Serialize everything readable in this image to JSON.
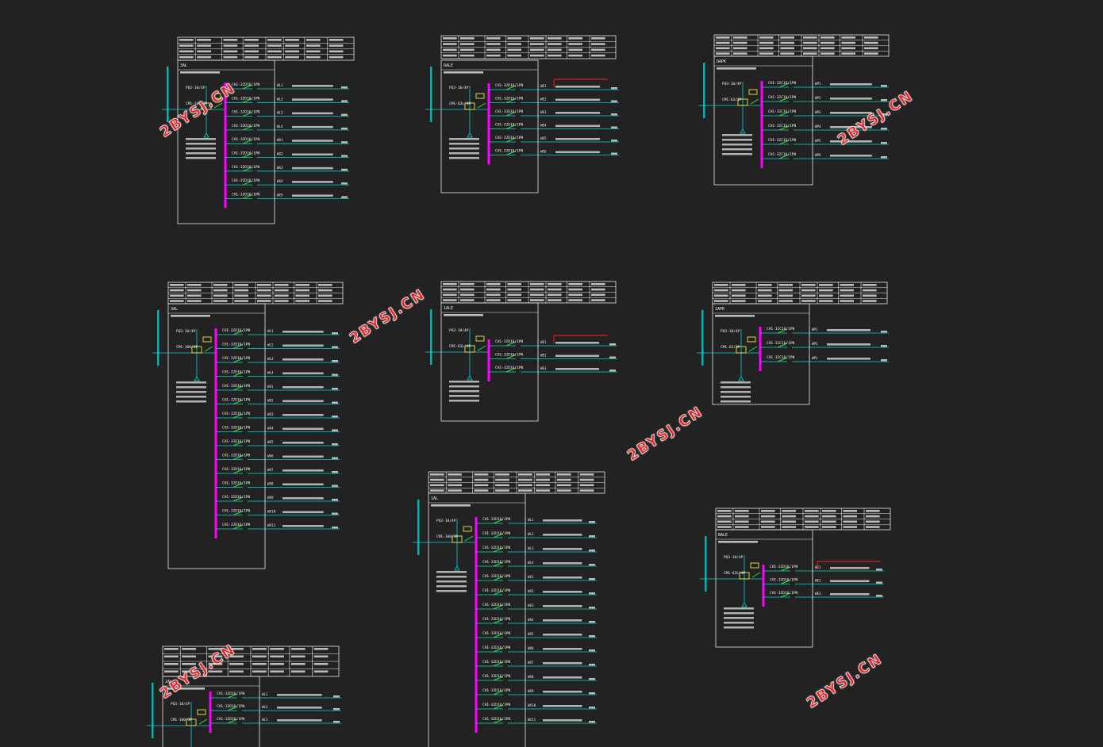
{
  "watermark_text": "2BYSJ.CN",
  "colors": {
    "background": "#222222",
    "frame": "#e6e6e6",
    "busbar": "#ff00ff",
    "feeder": "#00d7d7",
    "breaker": "#33dd33",
    "device": "#f0e64a",
    "emergency": "#ff2020",
    "label": "#f0f0f0"
  },
  "panels": [
    {
      "id": "p1",
      "panel_name": "3AL",
      "breaker": "CM1-100/3P",
      "spd": "PQ3-10/4P",
      "feeders": [
        "CH1-32D16/1PN",
        "CH1-32D16/1PN",
        "CH1-32D16/1PN",
        "CH1-32D16/1PN",
        "CH1-32D16/1PN",
        "CH1-32D16/1PN",
        "CH1-32D16/1PN",
        "CH1-32D16/1PN",
        "CH1-32D16/1PN"
      ],
      "circuits": [
        "WL1",
        "WL2",
        "WL3",
        "WL4",
        "WX1",
        "WX2",
        "WX3",
        "WX4",
        "WX5"
      ]
    },
    {
      "id": "p2",
      "panel_name": "DALE",
      "breaker": "CM1-63L/4P",
      "spd": "PQ3-10/4P",
      "feeders": [
        "CH1-32D16/1PN",
        "CH1-32D16/1PN",
        "CH1-32D16/1PN",
        "CH1-32D16/1PN",
        "CH1-32D16/1PN",
        "CH1-32D16/1PN"
      ],
      "circuits": [
        "WE1",
        "WE2",
        "WE3",
        "WE4",
        "WE5",
        "WE6"
      ]
    },
    {
      "id": "p3",
      "panel_name": "DAPK",
      "breaker": "CM1-63/3P",
      "spd": "PQ3-10/4P",
      "feeders": [
        "CH1-32C16/1PN",
        "CH1-32C16/1PN",
        "CH1-32C16/1PN",
        "CH1-32C16/1PN",
        "CH1-32C16/1PN",
        "CH1-32C16/1PN"
      ],
      "circuits": [
        "WP1",
        "WP2",
        "WP3",
        "WP4",
        "WP5",
        "WP6"
      ]
    },
    {
      "id": "p4",
      "panel_name": "3AL",
      "breaker": "CM1-100/3P",
      "spd": "PQ3-10/4P",
      "feeders": [
        "CH1-32D16/1PN",
        "CH1-32D16/1PN",
        "CH1-32D16/1PN",
        "CH1-32D16/1PN",
        "CH1-32D16/1PN",
        "CH1-32D16/1PN",
        "CH1-32D16/1PN",
        "CH1-32D16/1PN",
        "CH1-32D16/1PN",
        "CH1-32D16/1PN",
        "CH1-32D16/1PN",
        "CH1-32D16/1PN",
        "CH1-32D16/1PN",
        "CH1-32D16/1PN",
        "CH1-32D16/1PN"
      ],
      "circuits": [
        "WL1",
        "WL2",
        "WL3",
        "WL4",
        "WX1",
        "WX2",
        "WX3",
        "WX4",
        "WX5",
        "WX6",
        "WX7",
        "WX8",
        "WX9",
        "WX10",
        "WX11"
      ]
    },
    {
      "id": "p5",
      "panel_name": "1ALE",
      "breaker": "CM1-63L/4P",
      "spd": "PQ3-10/4P",
      "feeders": [
        "CH1-32D16/1PN",
        "CH1-32D16/1PN",
        "CH1-32D16/1PN"
      ],
      "circuits": [
        "WE1",
        "WE2",
        "WE3"
      ]
    },
    {
      "id": "p6",
      "panel_name": "1APK",
      "breaker": "CM1-63/3P",
      "spd": "PQ3-10/4P",
      "feeders": [
        "CH1-32C16/1PN",
        "CH1-32C16/1PN",
        "CH1-32C16/1PN"
      ],
      "circuits": [
        "WP1",
        "WP2",
        "WP3"
      ]
    },
    {
      "id": "p7",
      "panel_name": "1AL",
      "breaker": "CM1-100/3P",
      "spd": "PQ3-10/4P",
      "feeders": [
        "CH1-32D16/1PN",
        "CH1-32D16/1PN",
        "CH1-32D16/1PN",
        "CH1-32D16/1PN",
        "CH1-32D16/1PN",
        "CH1-32D16/1PN",
        "CH1-32D16/1PN",
        "CH1-32D16/1PN",
        "CH1-32D16/1PN",
        "CH1-32D16/1PN",
        "CH1-32D16/1PN",
        "CH1-32D16/1PN",
        "CH1-32D16/1PN",
        "CH1-32D16/1PN",
        "CH1-32D16/1PN"
      ],
      "circuits": [
        "WL1",
        "WL2",
        "WL3",
        "WL4",
        "WX1",
        "WX2",
        "WX3",
        "WX4",
        "WX5",
        "WX6",
        "WX7",
        "WX8",
        "WX9",
        "WX10",
        "WX11"
      ]
    },
    {
      "id": "p8",
      "panel_name": "BALE",
      "breaker": "CM1-63L/4P",
      "spd": "PQ3-10/4P",
      "feeders": [
        "CH1-32D16/1PN",
        "CH1-32D16/1PN",
        "CH1-32D16/1PN"
      ],
      "circuits": [
        "WE1",
        "WE2",
        "WE3"
      ]
    },
    {
      "id": "p9",
      "panel_name": "2AL",
      "breaker": "CM1-100/3P",
      "spd": "PQ3-10/4P",
      "feeders": [
        "CH1-32D16/1PN",
        "CH1-32D16/1PN",
        "CH1-32D16/1PN"
      ],
      "circuits": [
        "WL1",
        "WL2",
        "WL3"
      ]
    }
  ]
}
